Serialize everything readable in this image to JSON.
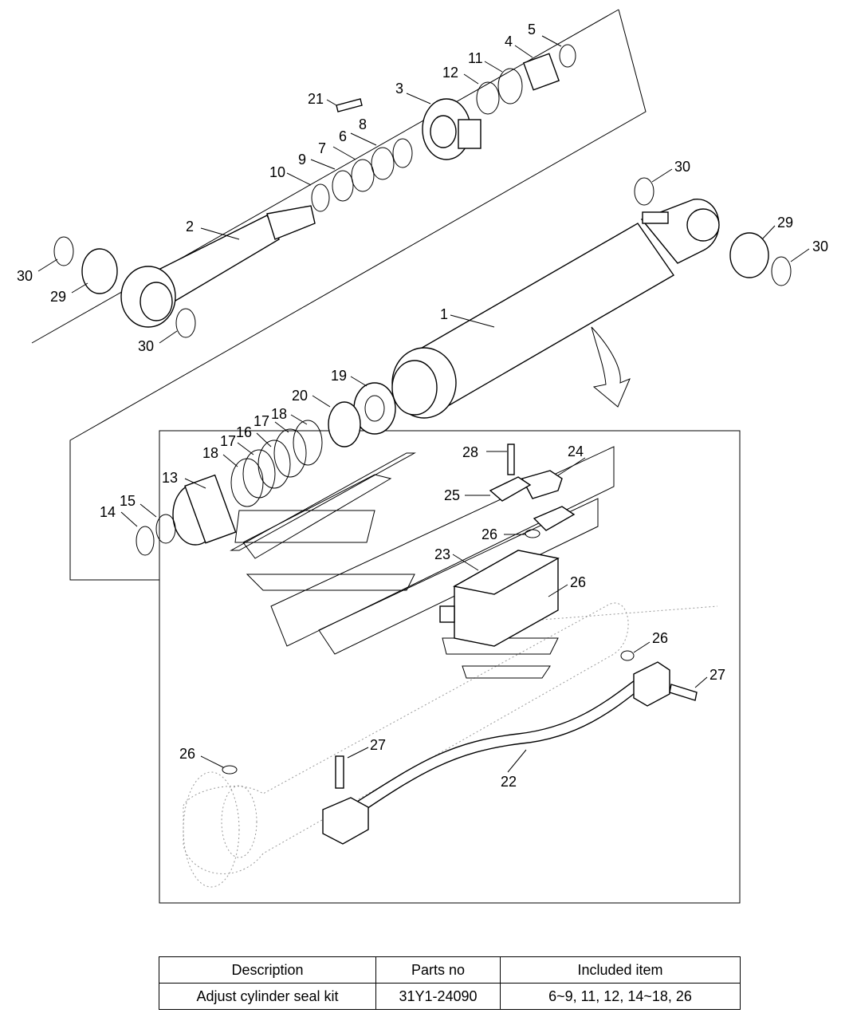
{
  "callouts": {
    "p1": "1",
    "p2": "2",
    "p3": "3",
    "p4": "4",
    "p5": "5",
    "p6": "6",
    "p7": "7",
    "p8": "8",
    "p9": "9",
    "p10": "10",
    "p11": "11",
    "p12": "12",
    "p13": "13",
    "p14": "14",
    "p15": "15",
    "p16": "16",
    "p17a": "17",
    "p17b": "17",
    "p18a": "18",
    "p18b": "18",
    "p19": "19",
    "p20": "20",
    "p21": "21",
    "p22": "22",
    "p23": "23",
    "p24": "24",
    "p25": "25",
    "p26a": "26",
    "p26b": "26",
    "p26c": "26",
    "p26d": "26",
    "p27a": "27",
    "p27b": "27",
    "p28": "28",
    "p29a": "29",
    "p29b": "29",
    "p30a": "30",
    "p30b": "30",
    "p30c": "30",
    "p30d": "30"
  },
  "kit_table": {
    "headers": [
      "Description",
      "Parts no",
      "Included item"
    ],
    "rows": [
      [
        "Adjust cylinder seal kit",
        "31Y1-24090",
        "6~9, 11, 12, 14~18, 26"
      ]
    ]
  }
}
